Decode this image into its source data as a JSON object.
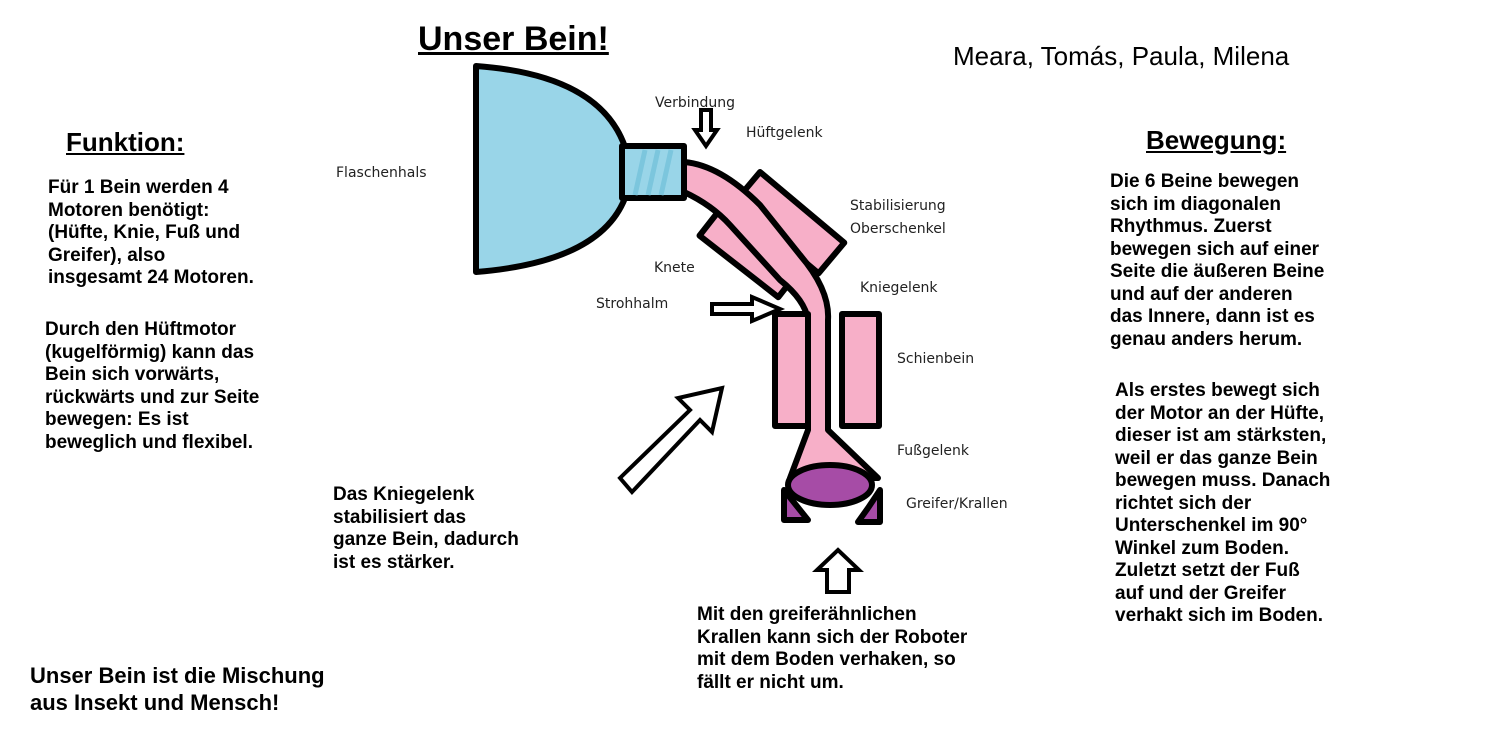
{
  "title": "Unser Bein!",
  "authors": "Meara, Tomás, Paula, Milena",
  "funktion": {
    "heading": "Funktion:",
    "p1": "Für 1 Bein werden 4\nMotoren benötigt:\n(Hüfte, Knie, Fuß und\nGreifer), also\ninsgesamt 24 Motoren.",
    "p2": "Durch den Hüftmotor\n(kugelförmig) kann das\nBein sich vorwärts,\nrückwärts und zur Seite\nbewegen: Es ist\nbeweglich und flexibel."
  },
  "bewegung": {
    "heading": "Bewegung:",
    "p1": "Die 6 Beine bewegen\nsich im diagonalen\nRhythmus. Zuerst\nbewegen sich auf einer\nSeite die äußeren Beine\nund auf der anderen\ndas Innere, dann ist es\ngenau anders herum.",
    "p2": "Als erstes bewegt sich\nder Motor an der Hüfte,\ndieser ist am stärksten,\nweil er das ganze Bein\nbewegen muss. Danach\nrichtet sich der\nUnterschenkel im 90°\nWinkel zum Boden.\nZuletzt setzt der Fuß\nauf und der Greifer\nverhakt sich im Boden."
  },
  "kniegelenk_note": "Das Kniegelenk\nstabilisiert das\nganze Bein, dadurch\nist es stärker.",
  "krallen_note": "Mit den greiferähnlichen\nKrallen kann sich der Roboter\nmit dem Boden verhaken, so\nfällt er nicht um.",
  "conclusion": "Unser Bein ist die Mischung\naus Insekt und Mensch!",
  "labels": {
    "verbindung": "Verbindung",
    "hueftgelenk": "Hüftgelenk",
    "flaschenhals": "Flaschenhals",
    "stabilisierung": "Stabilisierung\nOberschenkel",
    "knete": "Knete",
    "strohhalm": "Strohhalm",
    "kniegelenk": "Kniegelenk",
    "schienbein": "Schienbein",
    "fussgelenk": "Fußgelenk",
    "greifer": "Greifer/Krallen"
  },
  "colors": {
    "bottle": "#99d5e8",
    "leg": "#f7afc8",
    "foot": "#a64ca6"
  }
}
